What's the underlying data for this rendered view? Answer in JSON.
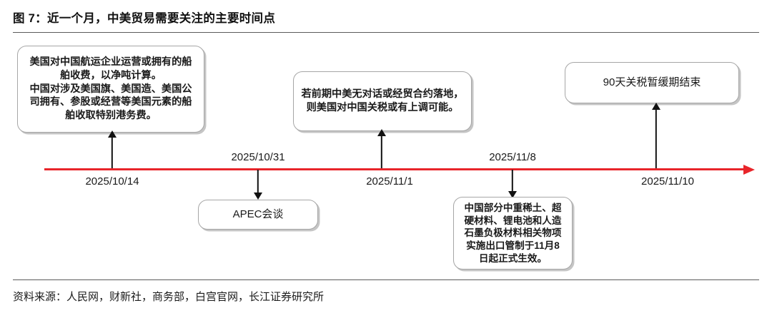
{
  "header": {
    "title": "图 7：近一个月，中美贸易需要关注的主要时间点"
  },
  "footer": {
    "source": "资料来源：人民网，财新社，商务部，白宫官网，长江证券研究所"
  },
  "timeline": {
    "axis_color": "#e8252a",
    "connector_color": "#111111",
    "box_border_color": "#a6a6a6",
    "events": [
      {
        "id": "event-2025-10-14",
        "date": "2025/10/14",
        "date_position": "below",
        "box_position": "above",
        "text": "美国对中国航运企业运营或拥有的船\n舶收费，以净吨计算。\n中国对涉及美国旗、美国造、美国公\n司拥有、参股或经营等美国元素的船\n舶收取特别港务费。"
      },
      {
        "id": "event-2025-10-31",
        "date": "2025/10/31",
        "date_position": "above",
        "box_position": "below",
        "text": "APEC会谈"
      },
      {
        "id": "event-2025-11-01",
        "date": "2025/11/1",
        "date_position": "below",
        "box_position": "above",
        "text": "若前期中美无对话或经贸合约落地，\n则美国对中国关税或有上调可能。"
      },
      {
        "id": "event-2025-11-08",
        "date": "2025/11/8",
        "date_position": "above",
        "box_position": "below",
        "text": "中国部分中重稀土、超\n硬材料、锂电池和人造\n石墨负极材料相关物项\n实施出口管制于11月8\n日起正式生效。"
      },
      {
        "id": "event-2025-11-10",
        "date": "2025/11/10",
        "date_position": "below",
        "box_position": "above",
        "text": "90天关税暂缓期结束"
      }
    ]
  }
}
